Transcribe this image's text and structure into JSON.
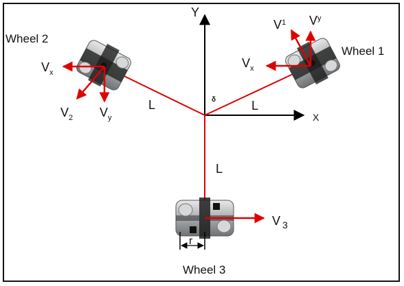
{
  "diagram": {
    "axes": {
      "x_label": "X",
      "y_label": "Y"
    },
    "wheels": [
      {
        "name": "Wheel 1",
        "arm_label": "L",
        "vectors": [
          {
            "main": "V",
            "sub": "1"
          },
          {
            "main": "V",
            "sub": "y"
          },
          {
            "main": "V",
            "sub": "x"
          }
        ]
      },
      {
        "name": "Wheel 2",
        "arm_label": "L",
        "vectors": [
          {
            "main": "V",
            "sub": "x"
          },
          {
            "main": "V",
            "sub": "2"
          },
          {
            "main": "V",
            "sub": "y"
          }
        ]
      },
      {
        "name": "Wheel 3",
        "arm_label": "L",
        "radius_label": "r",
        "vectors": [
          {
            "main": "V",
            "sub": "3"
          }
        ]
      }
    ],
    "angle_label": "δ",
    "colors": {
      "vector": "#e00000",
      "axis": "#000000",
      "wheel_body": "#b9bcbf",
      "wheel_dark": "#2a2a2a"
    }
  }
}
